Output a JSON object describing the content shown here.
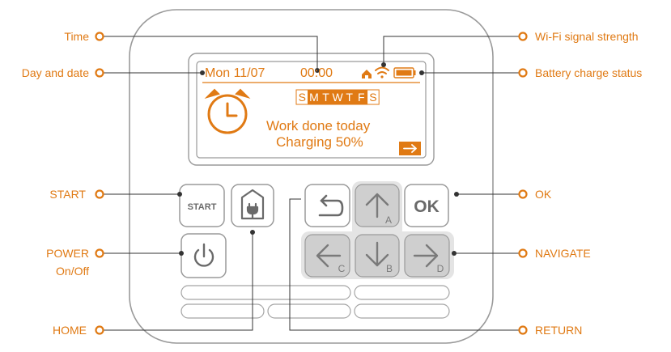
{
  "colors": {
    "accent": "#e07a14",
    "outline": "#8a8a8a",
    "btn_gray": "#7a7a7a",
    "nav_fill": "#cfcfcf"
  },
  "callouts": {
    "time": "Time",
    "day_date": "Day and date",
    "start": "START",
    "power_line1": "POWER",
    "power_line2": "On/Off",
    "home": "HOME",
    "wifi": "Wi-Fi signal strength",
    "battery": "Battery charge status",
    "ok": "OK",
    "navigate": "NAVIGATE",
    "return": "RETURN"
  },
  "screen": {
    "date": "Mon 11/07",
    "time": "00:00",
    "days": [
      "S",
      "M",
      "T",
      "W",
      "T",
      "F",
      "S"
    ],
    "active_days": [
      1,
      2,
      3,
      4,
      5
    ],
    "message_line1": "Work done today",
    "message_line2": "Charging 50%"
  },
  "buttons": {
    "start": "START",
    "ok": "OK",
    "up_letter": "A",
    "down_letter": "B",
    "left_letter": "C",
    "right_letter": "D"
  },
  "icons": {
    "alarm": "alarm-clock-icon",
    "home_status": "home-icon",
    "wifi": "wifi-icon",
    "battery": "battery-icon",
    "arrow": "arrow-right-icon",
    "power": "power-icon",
    "home_button": "home-dock-icon",
    "return": "return-icon"
  }
}
